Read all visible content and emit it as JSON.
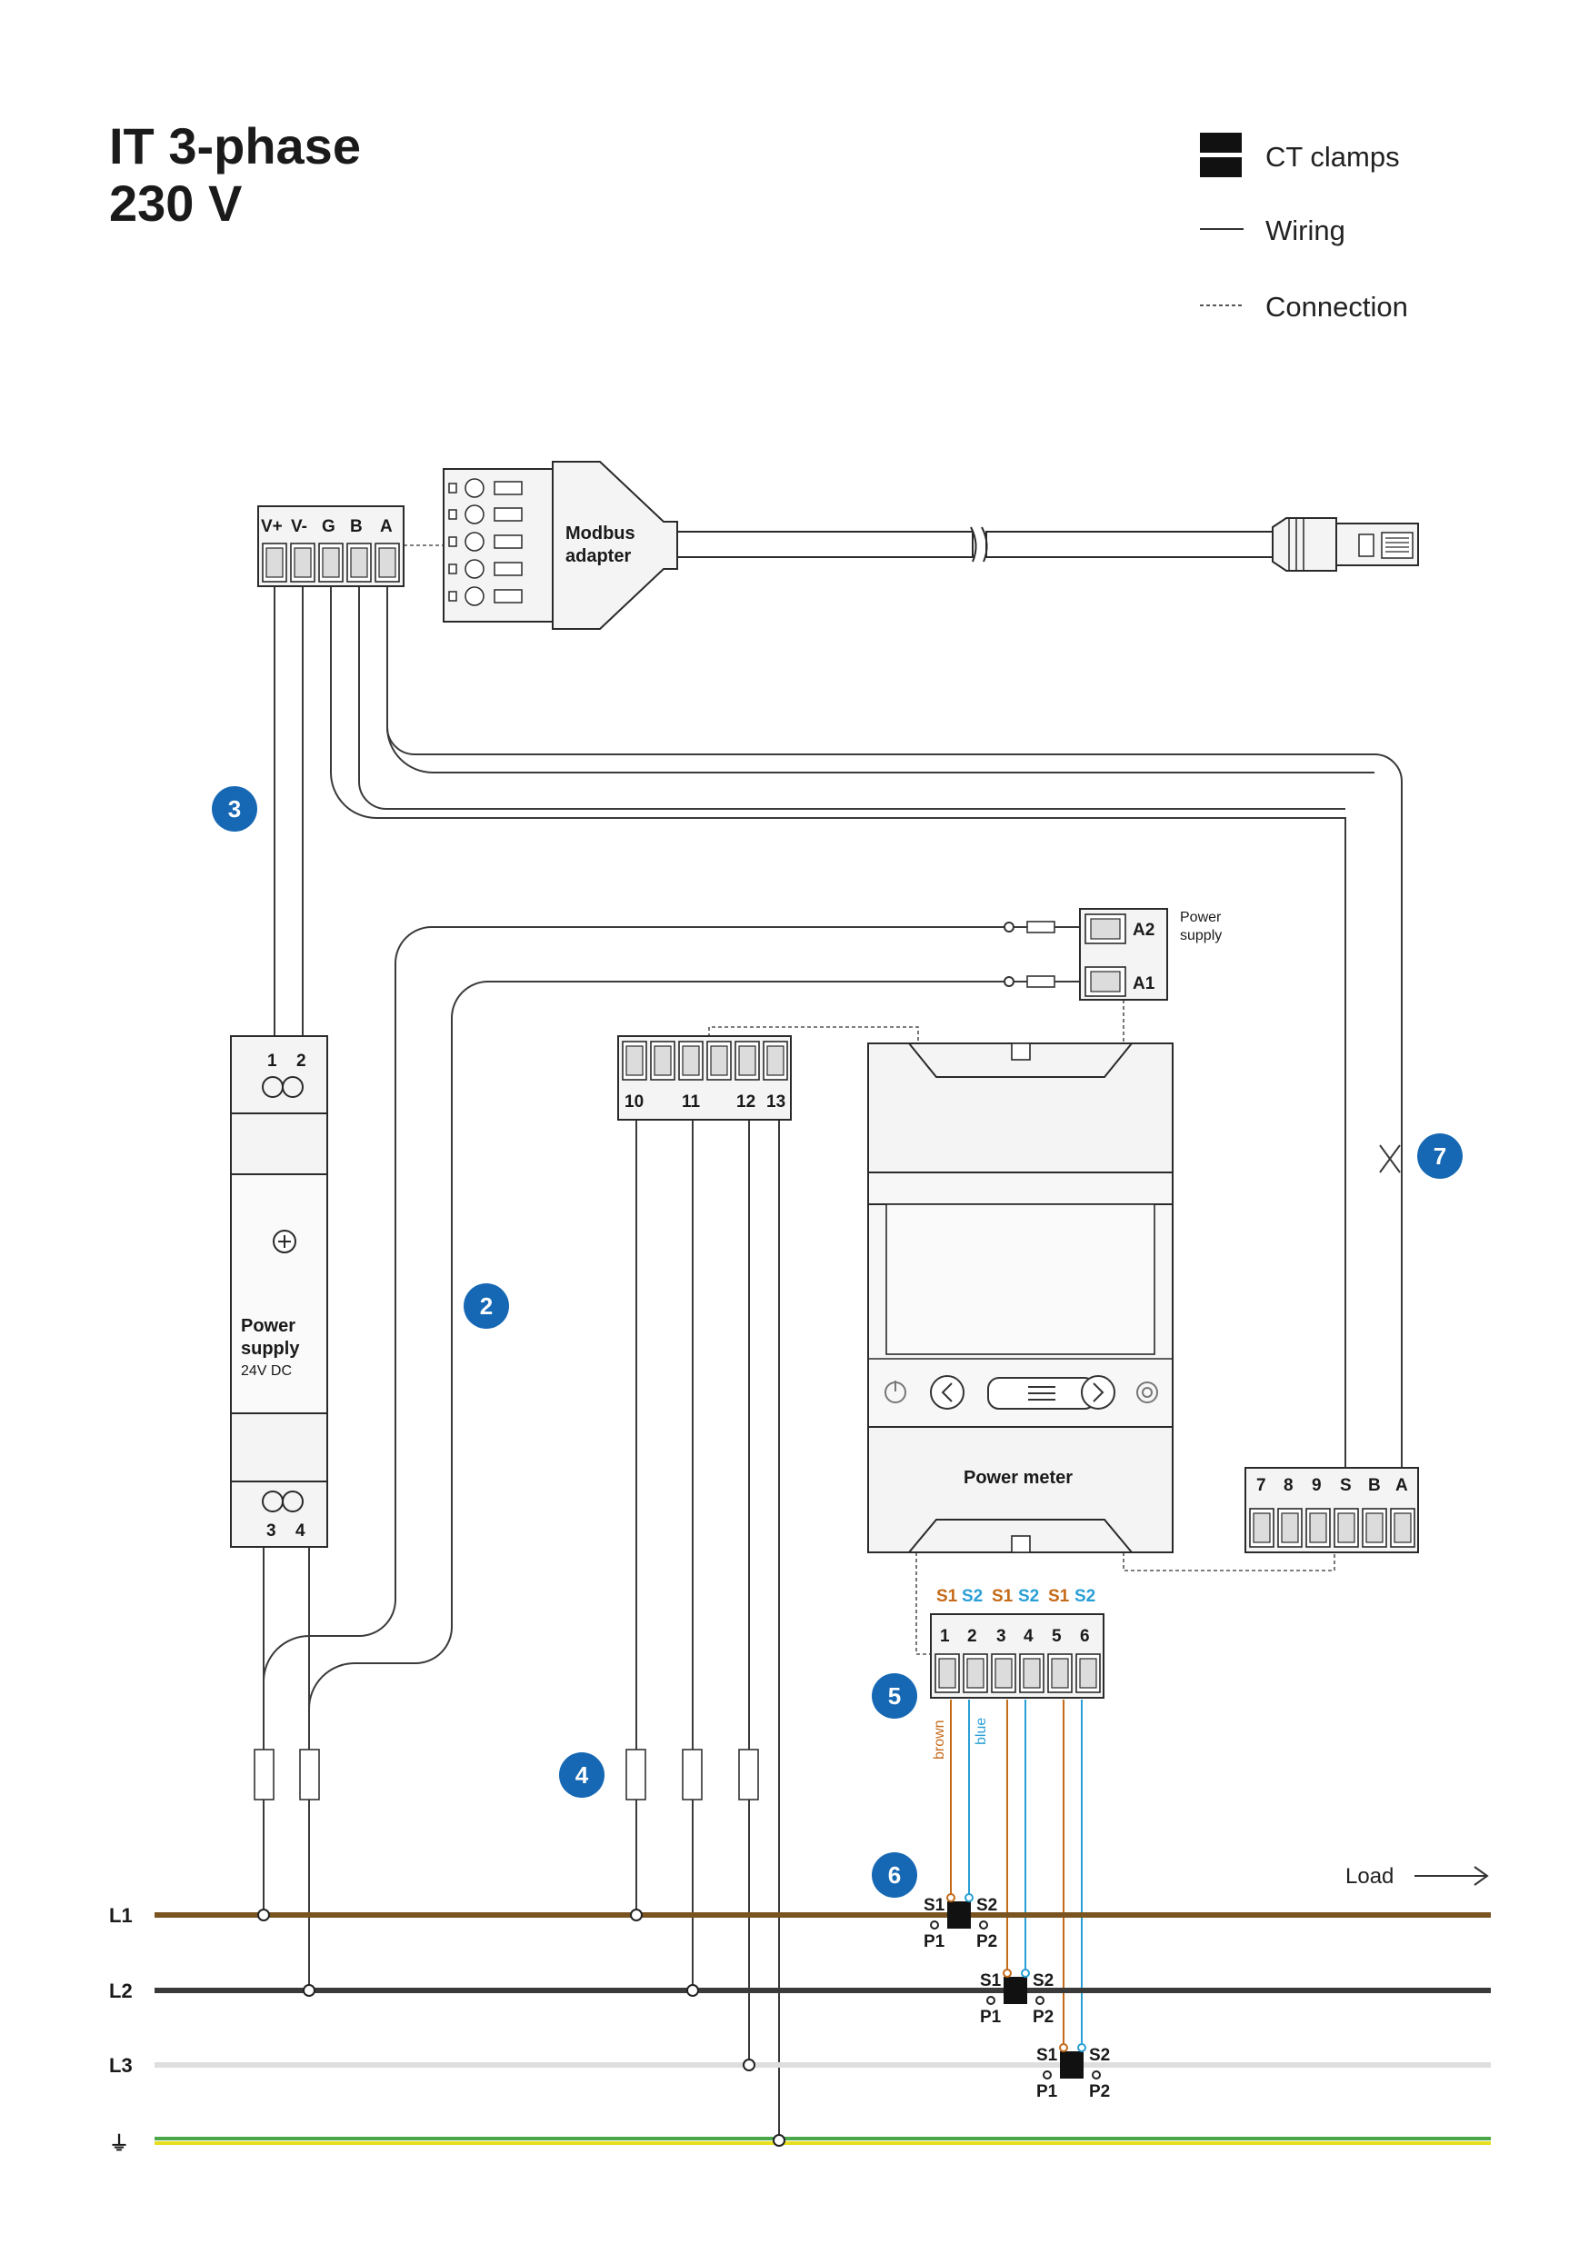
{
  "title": {
    "line1": "IT 3-phase",
    "line2": "230 V"
  },
  "legend": {
    "ct_clamps": "CT clamps",
    "wiring": "Wiring",
    "connection": "Connection"
  },
  "modbus_terminal": {
    "labels": [
      "V+",
      "V-",
      "G",
      "B",
      "A"
    ]
  },
  "modbus_adapter": {
    "line1": "Modbus",
    "line2": "adapter"
  },
  "power_supply_24v": {
    "top_terminals": [
      "1",
      "2"
    ],
    "bottom_terminals": [
      "3",
      "4"
    ],
    "name_line1": "Power",
    "name_line2": "supply",
    "rating": "24V DC"
  },
  "meter_power_terminal": {
    "a2": "A2",
    "a1": "A1",
    "label_line1": "Power",
    "label_line2": "supply"
  },
  "voltage_terminal": {
    "labels": [
      "10",
      "11",
      "12",
      "13"
    ]
  },
  "power_meter": {
    "name": "Power meter"
  },
  "rs485_terminal": {
    "labels": [
      "7",
      "8",
      "9",
      "S",
      "B",
      "A"
    ]
  },
  "ct_terminal": {
    "numbers": [
      "1",
      "2",
      "3",
      "4",
      "5",
      "6"
    ],
    "signals": [
      "S1",
      "S2",
      "S1",
      "S2",
      "S1",
      "S2"
    ],
    "wire_brown": "brown",
    "wire_blue": "blue"
  },
  "ct_clamp_labels": {
    "s1": "S1",
    "s2": "S2",
    "p1": "P1",
    "p2": "P2"
  },
  "load": "Load",
  "lines": {
    "l1": "L1",
    "l2": "L2",
    "l3": "L3",
    "ground": "⏚"
  },
  "badges": [
    "2",
    "3",
    "4",
    "5",
    "6",
    "7"
  ],
  "colors": {
    "l1": "#7a5420",
    "l2": "#3a3a3a",
    "l3": "#dedede",
    "ground_yellow": "#e6de1e",
    "ground_green": "#4aa84a",
    "badge": "#1668b4",
    "brown": "#c46a19",
    "blue": "#2a9fd6"
  }
}
